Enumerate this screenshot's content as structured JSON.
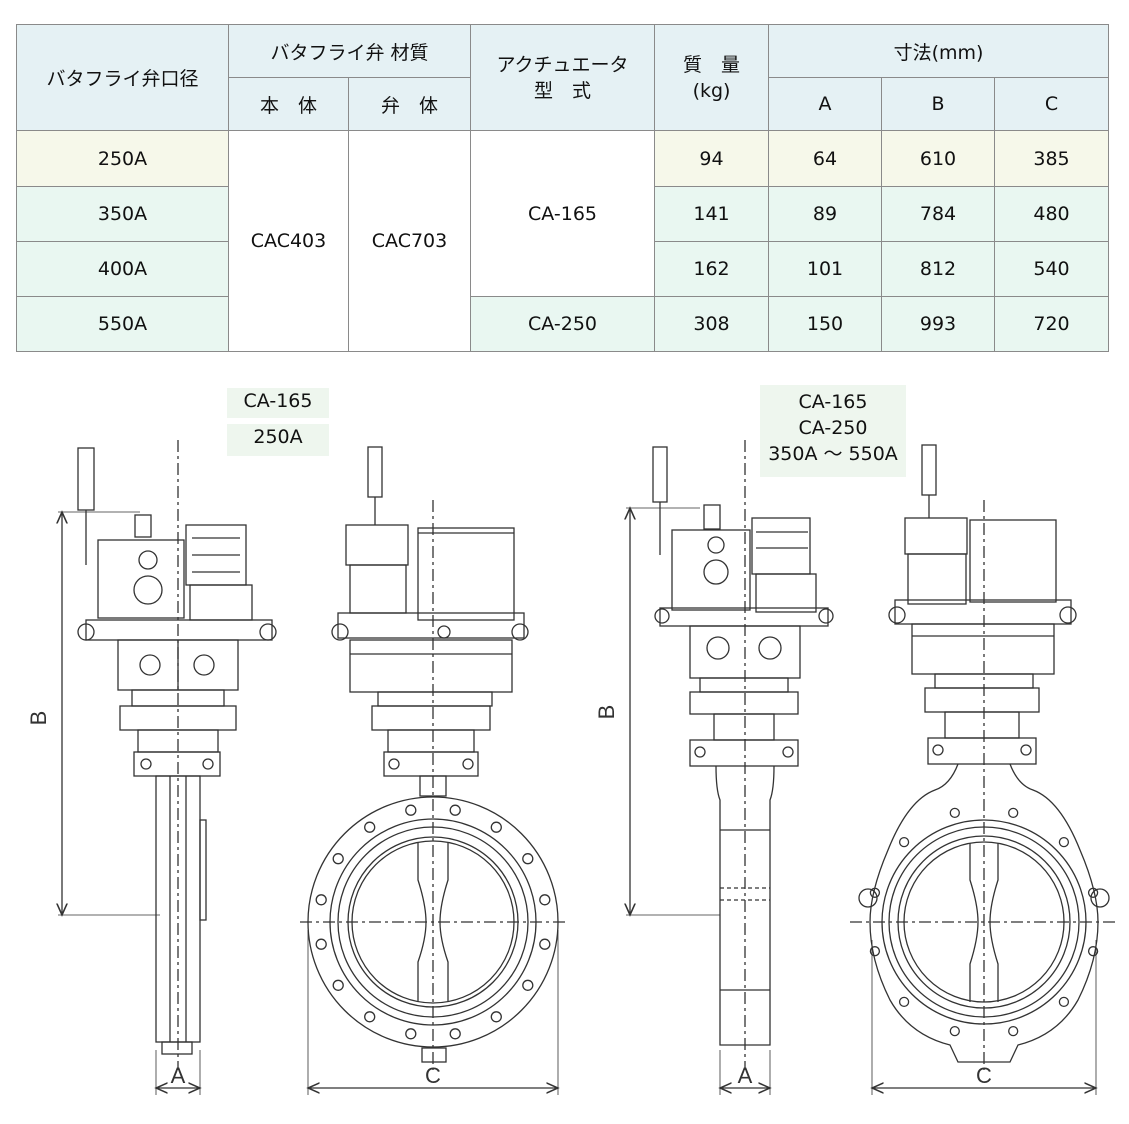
{
  "table": {
    "header": {
      "size": "バタフライ弁口径",
      "material": "バタフライ弁 材質",
      "body": "本　体",
      "disc": "弁　体",
      "actuator_line1": "アクチュエータ",
      "actuator_line2": "型　式",
      "mass_line1": "質　量",
      "mass_line2": "(kg)",
      "dims": "寸法(mm)",
      "a": "A",
      "b": "B",
      "c": "C"
    },
    "rows": [
      {
        "size": "250A",
        "mass": "94",
        "a": "64",
        "b": "610",
        "c": "385"
      },
      {
        "size": "350A",
        "mass": "141",
        "a": "89",
        "b": "784",
        "c": "480"
      },
      {
        "size": "400A",
        "mass": "162",
        "a": "101",
        "b": "812",
        "c": "540"
      },
      {
        "size": "550A",
        "mass": "308",
        "a": "150",
        "b": "993",
        "c": "720"
      }
    ],
    "body_material": "CAC403",
    "disc_material": "CAC703",
    "actuator_small": "CA-165",
    "actuator_large": "CA-250"
  },
  "drawing_left": {
    "model": "CA-165",
    "size": "250A"
  },
  "drawing_right": {
    "model1": "CA-165",
    "model2": "CA-250",
    "size_range": "350A ～ 550A"
  },
  "dimension_labels": {
    "a": "A",
    "b": "B",
    "c": "C"
  },
  "colors": {
    "header_bg": "#e5f1f4",
    "row_yellow": "#f6f8ea",
    "row_green": "#e9f7f1",
    "label_bg": "#eef6ee",
    "line": "#333333"
  }
}
